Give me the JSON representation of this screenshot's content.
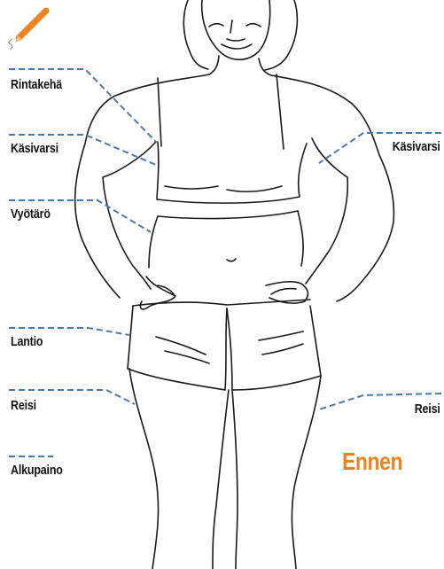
{
  "labels": {
    "chest": "Rintakehä",
    "arm_left": "Käsivarsi",
    "arm_right": "Käsivarsi",
    "waist": "Vyötärö",
    "hip": "Lantio",
    "thigh_left": "Reisi",
    "thigh_right": "Reisi",
    "start_weight": "Alkupaino"
  },
  "state_label": "Ennen",
  "colors": {
    "accent": "#F0821E",
    "guide_line": "#4A78B4",
    "outline": "#1a1a1a"
  },
  "icons": {
    "pencil": "pencil-icon"
  }
}
